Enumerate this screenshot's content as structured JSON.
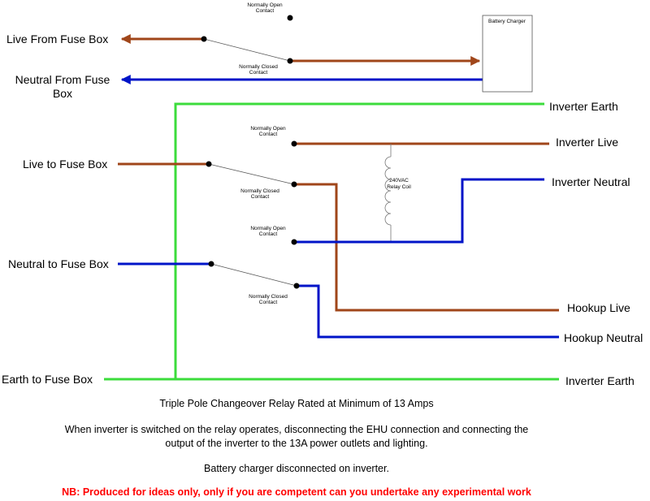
{
  "colors": {
    "live": "#a0461a",
    "neutral": "#0014c8",
    "earth": "#3cdc3c",
    "thin": "#555555",
    "warning": "#ff0000"
  },
  "labels": {
    "live_from_fuse_box": "Live From Fuse Box",
    "neutral_from_fuse_box_1": "Neutral From Fuse",
    "neutral_from_fuse_box_2": "Box",
    "live_to_fuse_box": "Live to Fuse Box",
    "neutral_to_fuse_box": "Neutral to Fuse Box",
    "earth_to_fuse_box": "Earth to Fuse Box",
    "inverter_earth_top": "Inverter Earth",
    "inverter_live": "Inverter Live",
    "inverter_neutral": "Inverter Neutral",
    "hookup_live": "Hookup Live",
    "hookup_neutral": "Hookup Neutral",
    "inverter_earth_bottom": "Inverter Earth",
    "battery_charger": "Battery Charger",
    "relay_coil_1": "240VAC",
    "relay_coil_2": "Relay Coil"
  },
  "contacts": {
    "no_1": "Normally Open",
    "no_2": "Contact",
    "nc_1": "Normally Closed",
    "nc_2": "Contact"
  },
  "captions": {
    "title": "Triple Pole Changeover Relay Rated at Minimum of 13 Amps",
    "description_1": "When inverter is switched on the relay operates, disconnecting the EHU connection and connecting the",
    "description_2": "output of the inverter to the 13A power outlets and lighting.",
    "battery_note": "Battery charger disconnected on inverter.",
    "warning": "NB: Produced for ideas only, only if you are competent can you undertake any experimental work"
  }
}
